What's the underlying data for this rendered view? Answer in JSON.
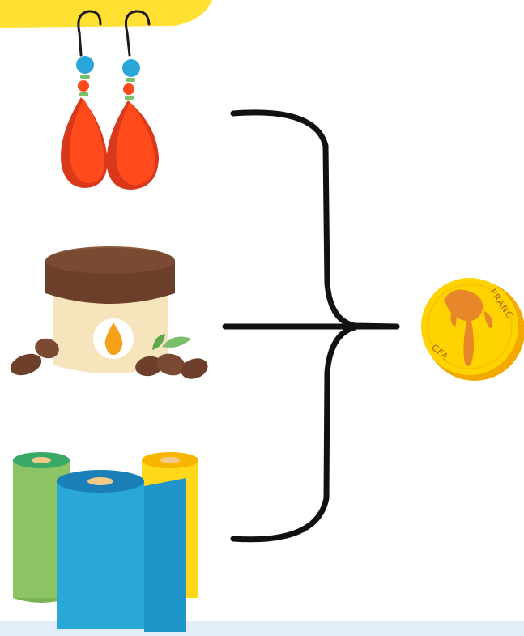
{
  "diagram": {
    "inputs": [
      {
        "name": "earrings-illustration"
      },
      {
        "name": "shea-butter-jar-illustration"
      },
      {
        "name": "fabric-rolls-illustration"
      }
    ],
    "connector": "curly-brace-arrow",
    "output": {
      "name": "coin-illustration",
      "text_top": "FRANC",
      "text_bottom": "CFA"
    }
  },
  "colors": {
    "background": "#ffffff",
    "top_banner": "#ffe033",
    "bottom_band": "#e3eefa",
    "earring_red": "#ff4a1c",
    "earring_red_dark": "#d9381a",
    "bead_blue": "#2aa6d8",
    "jar_cream": "#f6e4bd",
    "jar_lid": "#6b3f2a",
    "drop_orange": "#f7a01a",
    "cocoa_bean": "#7a4a33",
    "leaf_green": "#7cbf6a",
    "roll_green": "#8cc464",
    "roll_blue": "#29a7d6",
    "roll_yellow": "#ffd81a",
    "coin_gold": "#ffd300",
    "coin_edge": "#f2a900",
    "coin_emblem": "#e8862a",
    "brace_black": "#111111"
  }
}
